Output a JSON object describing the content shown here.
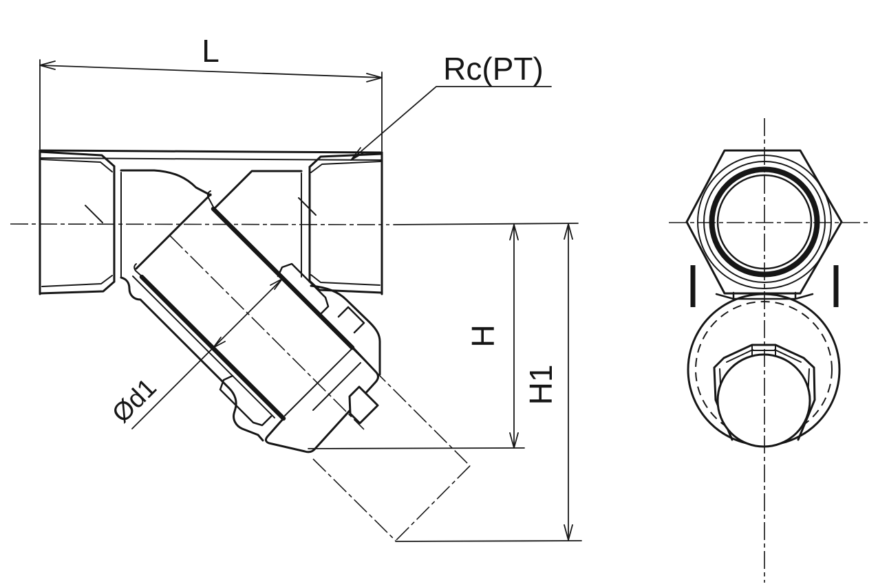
{
  "drawing": {
    "background": "#ffffff",
    "line_color": "#161616",
    "labels": {
      "length": "L",
      "thread": "Rc(PT)",
      "height_center_to_cap": "H",
      "height_center_to_tip": "H1",
      "screen_diameter": "Ød1"
    }
  }
}
